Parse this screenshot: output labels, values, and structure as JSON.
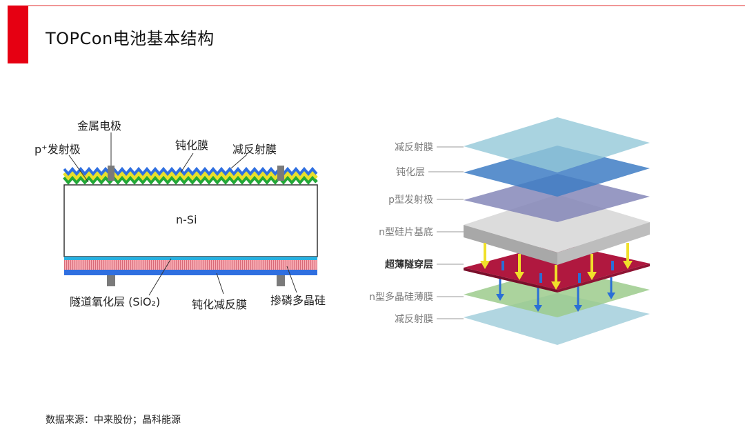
{
  "header": {
    "title": "TOPCon电池基本结构"
  },
  "left_diagram": {
    "labels": {
      "metal_electrode": "金属电极",
      "p_emitter": "p⁺发射极",
      "passivation": "钝化膜",
      "arc": "减反射膜",
      "nsi": "n-Si",
      "tunnel_oxide": "隧道氧化层 (SiO₂)",
      "passivation_arc": "钝化减反膜",
      "doped_poly": "掺磷多晶硅"
    }
  },
  "right_diagram": {
    "labels": {
      "arc_top": "减反射膜",
      "passivation_layer": "钝化层",
      "p_emitter": "p型发射极",
      "n_substrate": "n型硅片基底",
      "tunnel_layer": "超薄隧穿层",
      "n_poly_film": "n型多晶硅薄膜",
      "arc_bottom": "减反射膜"
    }
  },
  "footer": {
    "source": "数据来源：中来股份；晶科能源"
  },
  "colors": {
    "accent": "#e60012",
    "blue_layer": "#2f6fe0",
    "yellow_layer": "#e8e02a",
    "green_layer": "#22a838",
    "pink_layer": "#f08c96",
    "cyan_layer": "#2ab0e0",
    "contact": "#7a7a7a"
  }
}
